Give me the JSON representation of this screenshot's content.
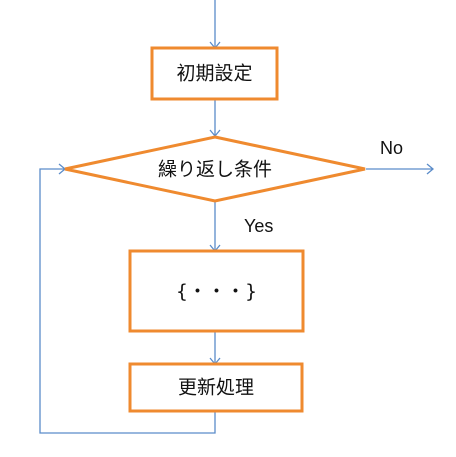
{
  "nodes": {
    "init": "初期設定",
    "condition": "繰り返し条件",
    "body": "{・・・}",
    "update": "更新処理"
  },
  "labels": {
    "no": "No",
    "yes": "Yes"
  },
  "colors": {
    "box_stroke": "#ef8a2f",
    "line": "#5b8cc9"
  }
}
